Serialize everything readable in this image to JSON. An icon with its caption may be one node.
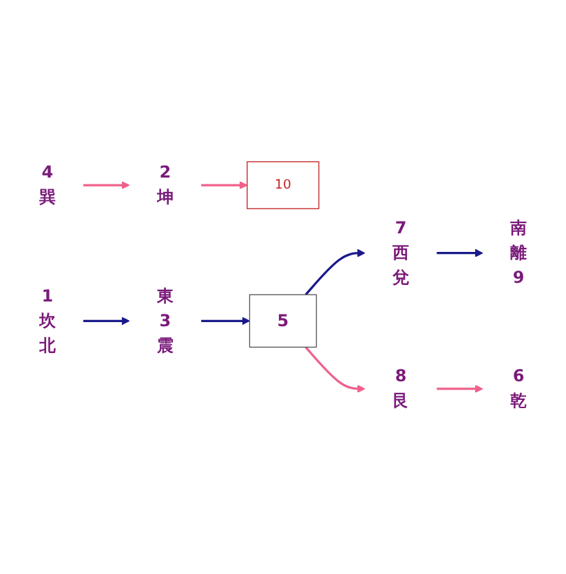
{
  "diagram": {
    "nodes": [
      {
        "text": [
          "4",
          "巽"
        ]
      },
      {
        "text": [
          "南",
          "離",
          "9"
        ]
      },
      {
        "text": [
          "2",
          "坤"
        ]
      },
      {
        "text": [
          "10"
        ]
      },
      {
        "text": [
          "東",
          "3",
          "震"
        ]
      },
      {
        "text": [
          "5"
        ]
      },
      {
        "text": [
          "7",
          "西",
          "兌"
        ]
      },
      {
        "text": [
          "8",
          "艮"
        ]
      },
      {
        "text": [
          "1",
          "坎",
          "北"
        ]
      },
      {
        "text": [
          "6",
          "乾"
        ]
      }
    ],
    "edges": [
      {
        "from": 0,
        "to": 2,
        "arrow": "to",
        "color": "#f0608a"
      },
      {
        "from": 2,
        "to": 3,
        "arrow": "to",
        "color": "#f0608a"
      },
      {
        "from": 4,
        "to": 5,
        "arrow": "to",
        "color": "#1a1a8c"
      },
      {
        "from": 5,
        "to": 6,
        "arrow": "to",
        "color": "#1a1a8c"
      },
      {
        "from": 6,
        "to": 1,
        "arrow": "to",
        "color": "#1a1a8c"
      },
      {
        "from": 5,
        "to": 7,
        "arrow": "to",
        "color": "#f0608a"
      },
      {
        "from": 7,
        "to": 9,
        "arrow": "to",
        "color": "#f0608a"
      },
      {
        "from": 8,
        "to": 4,
        "arrow": "to",
        "color": "#1a1a8c"
      }
    ]
  }
}
